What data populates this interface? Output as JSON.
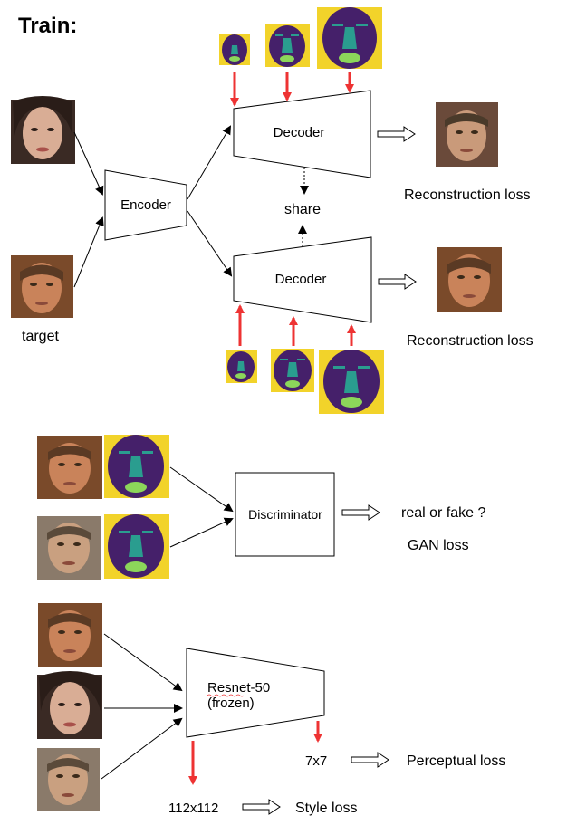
{
  "title": "Train:",
  "labels": {
    "encoder": "Encoder",
    "decoder_top": "Decoder",
    "decoder_bottom": "Decoder",
    "share": "share",
    "target": "target",
    "recon_loss_top": "Reconstruction loss",
    "recon_loss_bottom": "Reconstruction loss",
    "discriminator": "Discriminator",
    "real_or_fake": "real or fake ?",
    "gan_loss": "GAN loss",
    "resnet_line1": "Resnet-50",
    "resnet_line2": "(frozen)",
    "size_7x7": "7x7",
    "perceptual_loss": "Perceptual loss",
    "size_112": "112x112",
    "style_loss": "Style loss"
  },
  "colors": {
    "red_arrow": "#ee3333",
    "mask_purple": "#45206a",
    "mask_teal": "#2a9d8f",
    "mask_green": "#8cd65a",
    "mask_yellow": "#f2d32a",
    "skin_a": "#c9835a",
    "skin_b": "#d9ad95",
    "hair_dark": "#2a1d18",
    "hair_brown": "#5a3a24"
  }
}
